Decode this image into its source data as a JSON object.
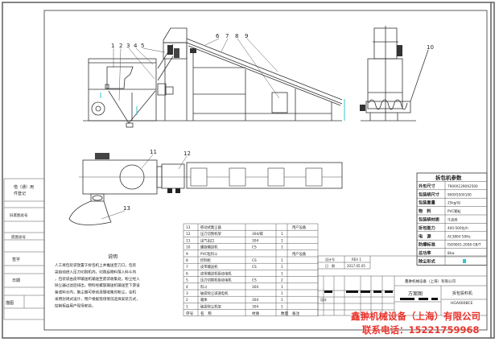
{
  "left_strip": {
    "labels": [
      "借（通）用",
      "件登记",
      "旧底图总号",
      "底图总号",
      "签字",
      "日期",
      "描图"
    ]
  },
  "callouts": [
    "1",
    "2",
    "3",
    "4",
    "5",
    "6",
    "7",
    "8",
    "9",
    "10",
    "11",
    "12",
    "13"
  ],
  "description": {
    "title": "说明",
    "lines": [
      "人工将包装袋放置于拆包机上并推送至刀口，包装",
      "袋自动进入压刀切割机内，切割后物料落入料斗内",
      "，包装袋由皮带输送机输送至废袋收集处，粉尘经入",
      "除尘器过滤后排出，物料经螺旋输送机输送至下游设",
      "备或料仓内，集尘器可移动清理收集的粉尘，全机",
      "采用封闭式设计，用户根据现场情况选择安装方式，",
      "控制柜由用户现场安装。"
    ]
  },
  "parts_list": {
    "headers": [
      "序号",
      "名　称",
      "材质",
      "数量",
      "备注"
    ],
    "rows": [
      [
        "13",
        "移动式集尘器",
        "",
        "",
        "用户设备"
      ],
      [
        "12",
        "压刀切割机架",
        "304/碳",
        "1",
        ""
      ],
      [
        "11",
        "出气出口",
        "304",
        "1",
        ""
      ],
      [
        "10",
        "螺旋输送机",
        "CS",
        "1",
        ""
      ],
      [
        "9",
        "PVC粒料斗",
        "",
        "",
        "用户设备"
      ],
      [
        "8",
        "控制柜",
        "CS",
        "1",
        ""
      ],
      [
        "7",
        "皮带输送机",
        "CS",
        "1",
        ""
      ],
      [
        "6",
        "皮带输送机驱动电机",
        "",
        "1",
        ""
      ],
      [
        "5",
        "压刀切割机驱动电机",
        "CS",
        "2",
        ""
      ],
      [
        "4",
        "料斗",
        "304",
        "1",
        ""
      ],
      [
        "3",
        "破袋除尘减速电机",
        "",
        "1",
        ""
      ],
      [
        "2",
        "箱体",
        "304",
        "1",
        ""
      ],
      [
        "1",
        "破袋除尘机架",
        "304",
        "1",
        ""
      ]
    ]
  },
  "spec_table": {
    "title": "拆包机参数",
    "rows": [
      [
        "外形尺寸",
        "7900X1290X2500"
      ],
      [
        "包装袋尺寸",
        "900X550X100"
      ],
      [
        "包装重量",
        "25kg/包"
      ],
      [
        "物　料",
        "PVC颗粒"
      ],
      [
        "包装袋材质",
        "牛皮纸"
      ],
      [
        "拆包能力",
        "400-500包/h"
      ],
      [
        "电　源",
        "AC380V 50Hz"
      ],
      [
        "防爆标准",
        "ISO9001-2008 GB/T"
      ],
      [
        "总功率",
        "8kw"
      ],
      [
        "除尘形式",
        ""
      ]
    ]
  },
  "title_block": {
    "design_no_label": "设计号",
    "design_no": "REV 1",
    "date_label": "日　期",
    "date": "2017.05.05",
    "company": "鑫翀机械设备（上海）有限公司",
    "drawing_type": "方案图",
    "product": "拆包投料机",
    "model": "HGA600BCE",
    "designer_label": "设计"
  },
  "watermark": {
    "company": "鑫翀机械设备（上海）有限公司",
    "phone": "联系电话：15221759968"
  },
  "colors": {
    "watermark": "#e8322a",
    "dimension": "#33c5d0",
    "line": "#333333"
  }
}
